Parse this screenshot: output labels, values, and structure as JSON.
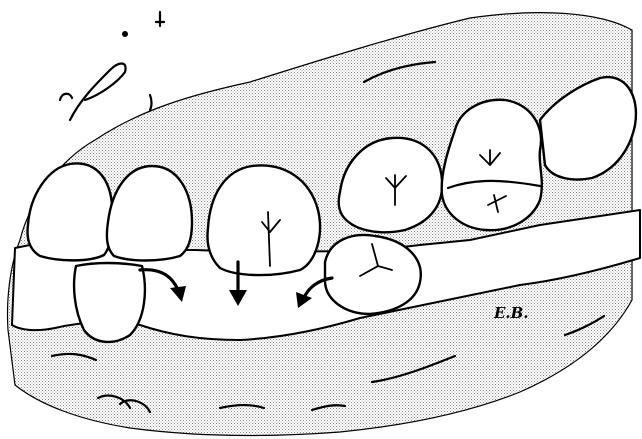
{
  "figure": {
    "signature": "E.B.",
    "subject": "teeth-with-arrows",
    "arrows": [
      {
        "direction": "down-right"
      },
      {
        "direction": "down"
      },
      {
        "direction": "down-left"
      }
    ],
    "colors": {
      "ink": "#000000",
      "paper": "#ffffff",
      "stipple": "#9a9a9a"
    }
  }
}
